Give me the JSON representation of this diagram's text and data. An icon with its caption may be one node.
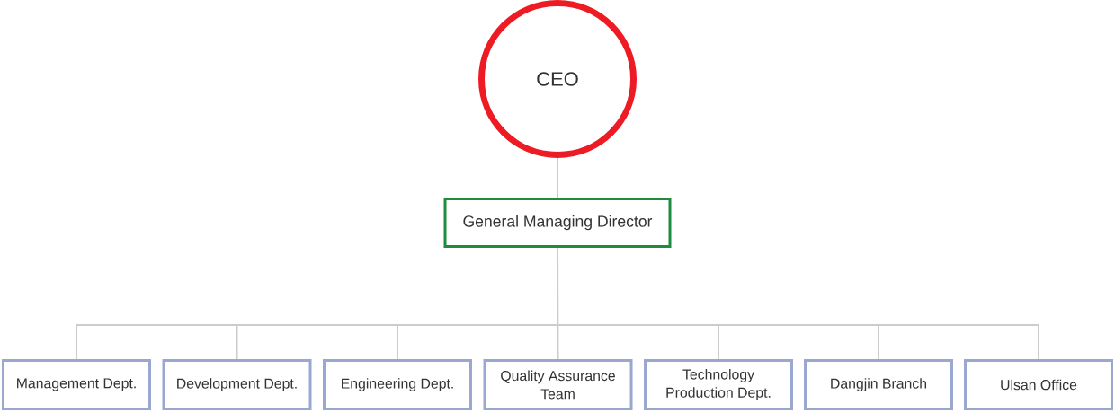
{
  "diagram": {
    "nodes": [
      {
        "text": [
          "CEO"
        ]
      },
      {
        "text": [
          "General Managing Director"
        ]
      },
      {
        "text": [
          "Management Dept."
        ]
      },
      {
        "text": [
          "Development Dept."
        ]
      },
      {
        "text": [
          "Engineering Dept."
        ]
      },
      {
        "text": [
          "Quality Assurance Team"
        ]
      },
      {
        "text": [
          "Technology Production Dept."
        ]
      },
      {
        "text": [
          "Dangjin Branch"
        ]
      },
      {
        "text": [
          "Ulsan Office"
        ]
      }
    ],
    "edges": [
      {
        "from": 0,
        "to": 1,
        "arrow": "none"
      },
      {
        "from": 1,
        "to": 2,
        "arrow": "none"
      },
      {
        "from": 1,
        "to": 3,
        "arrow": "none"
      },
      {
        "from": 1,
        "to": 4,
        "arrow": "none"
      },
      {
        "from": 1,
        "to": 5,
        "arrow": "none"
      },
      {
        "from": 1,
        "to": 6,
        "arrow": "none"
      },
      {
        "from": 1,
        "to": 7,
        "arrow": "none"
      },
      {
        "from": 1,
        "to": 8,
        "arrow": "none"
      }
    ]
  }
}
